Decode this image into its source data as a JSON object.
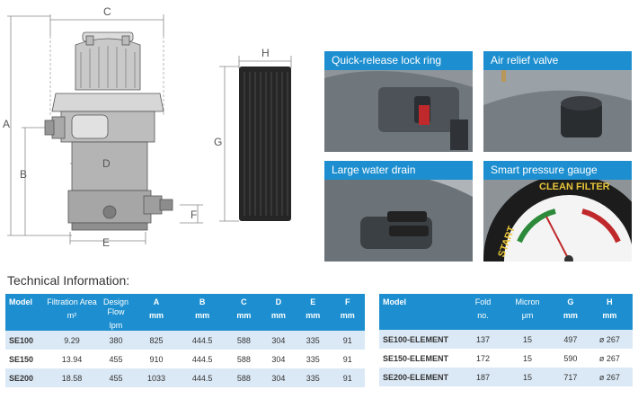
{
  "diagram": {
    "labels": {
      "a": "A",
      "b": "B",
      "c": "C",
      "d": "D",
      "e": "E",
      "f": "F",
      "g": "G",
      "h": "H"
    }
  },
  "features": [
    {
      "id": "lock",
      "caption": "Quick-release lock ring"
    },
    {
      "id": "air",
      "caption": "Air relief valve"
    },
    {
      "id": "drain",
      "caption": "Large water drain"
    },
    {
      "id": "gauge",
      "caption": "Smart pressure gauge"
    }
  ],
  "gauge": {
    "ring_text_1": "CLEAN FILTER",
    "ring_text_2": "START"
  },
  "tech": {
    "title": "Technical Information:",
    "main": {
      "headers": [
        {
          "name": "Model",
          "unit": ""
        },
        {
          "name": "Filtration Area",
          "unit": "m²"
        },
        {
          "name": "Design Flow",
          "unit": "lpm"
        },
        {
          "name": "A",
          "unit": "mm"
        },
        {
          "name": "B",
          "unit": "mm"
        },
        {
          "name": "C",
          "unit": "mm"
        },
        {
          "name": "D",
          "unit": "mm"
        },
        {
          "name": "E",
          "unit": "mm"
        },
        {
          "name": "F",
          "unit": "mm"
        }
      ],
      "rows": [
        [
          "SE100",
          "9.29",
          "380",
          "825",
          "444.5",
          "588",
          "304",
          "335",
          "91"
        ],
        [
          "SE150",
          "13.94",
          "455",
          "910",
          "444.5",
          "588",
          "304",
          "335",
          "91"
        ],
        [
          "SE200",
          "18.58",
          "455",
          "1033",
          "444.5",
          "588",
          "304",
          "335",
          "91"
        ]
      ]
    },
    "element": {
      "headers": [
        {
          "name": "Model",
          "unit": ""
        },
        {
          "name": "Fold",
          "unit": "no."
        },
        {
          "name": "Micron",
          "unit": "μm"
        },
        {
          "name": "G",
          "unit": "mm"
        },
        {
          "name": "H",
          "unit": "mm"
        }
      ],
      "rows": [
        [
          "SE100-ELEMENT",
          "137",
          "15",
          "497",
          "ø 267"
        ],
        [
          "SE150-ELEMENT",
          "172",
          "15",
          "590",
          "ø 267"
        ],
        [
          "SE200-ELEMENT",
          "187",
          "15",
          "717",
          "ø 267"
        ]
      ]
    }
  }
}
